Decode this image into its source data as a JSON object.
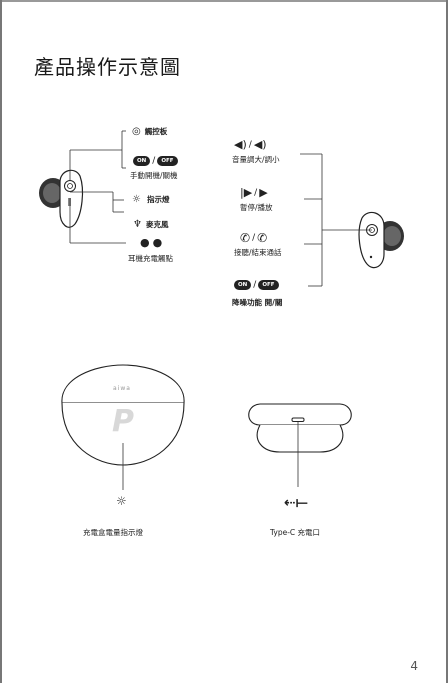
{
  "page_title": "產品操作示意圖",
  "left_labels": {
    "touchpad": "觸控板",
    "on_label": "ON",
    "off_label": "OFF",
    "power": "手動開機/關機",
    "indicator": "指示燈",
    "mic": "麥克風",
    "charge_contacts": "耳機充電觸點"
  },
  "right_labels": {
    "volume": "音量調大/調小",
    "playpause": "暫停/播放",
    "call": "接聽/結束通話",
    "on_label": "ON",
    "off_label": "OFF",
    "anc": "降噪功能 開/關"
  },
  "case": {
    "brand": "aiwa",
    "logo_letter": "P",
    "case_indicator": "充電盒電量指示燈",
    "port": "Type-C 充電口"
  },
  "page_number": "4",
  "icons": [
    "fingerprint-icon",
    "bulb-icon",
    "mic-icon",
    "dots-icon",
    "volume-icon",
    "play-pause-icon",
    "phone-icon",
    "usb-icon"
  ]
}
